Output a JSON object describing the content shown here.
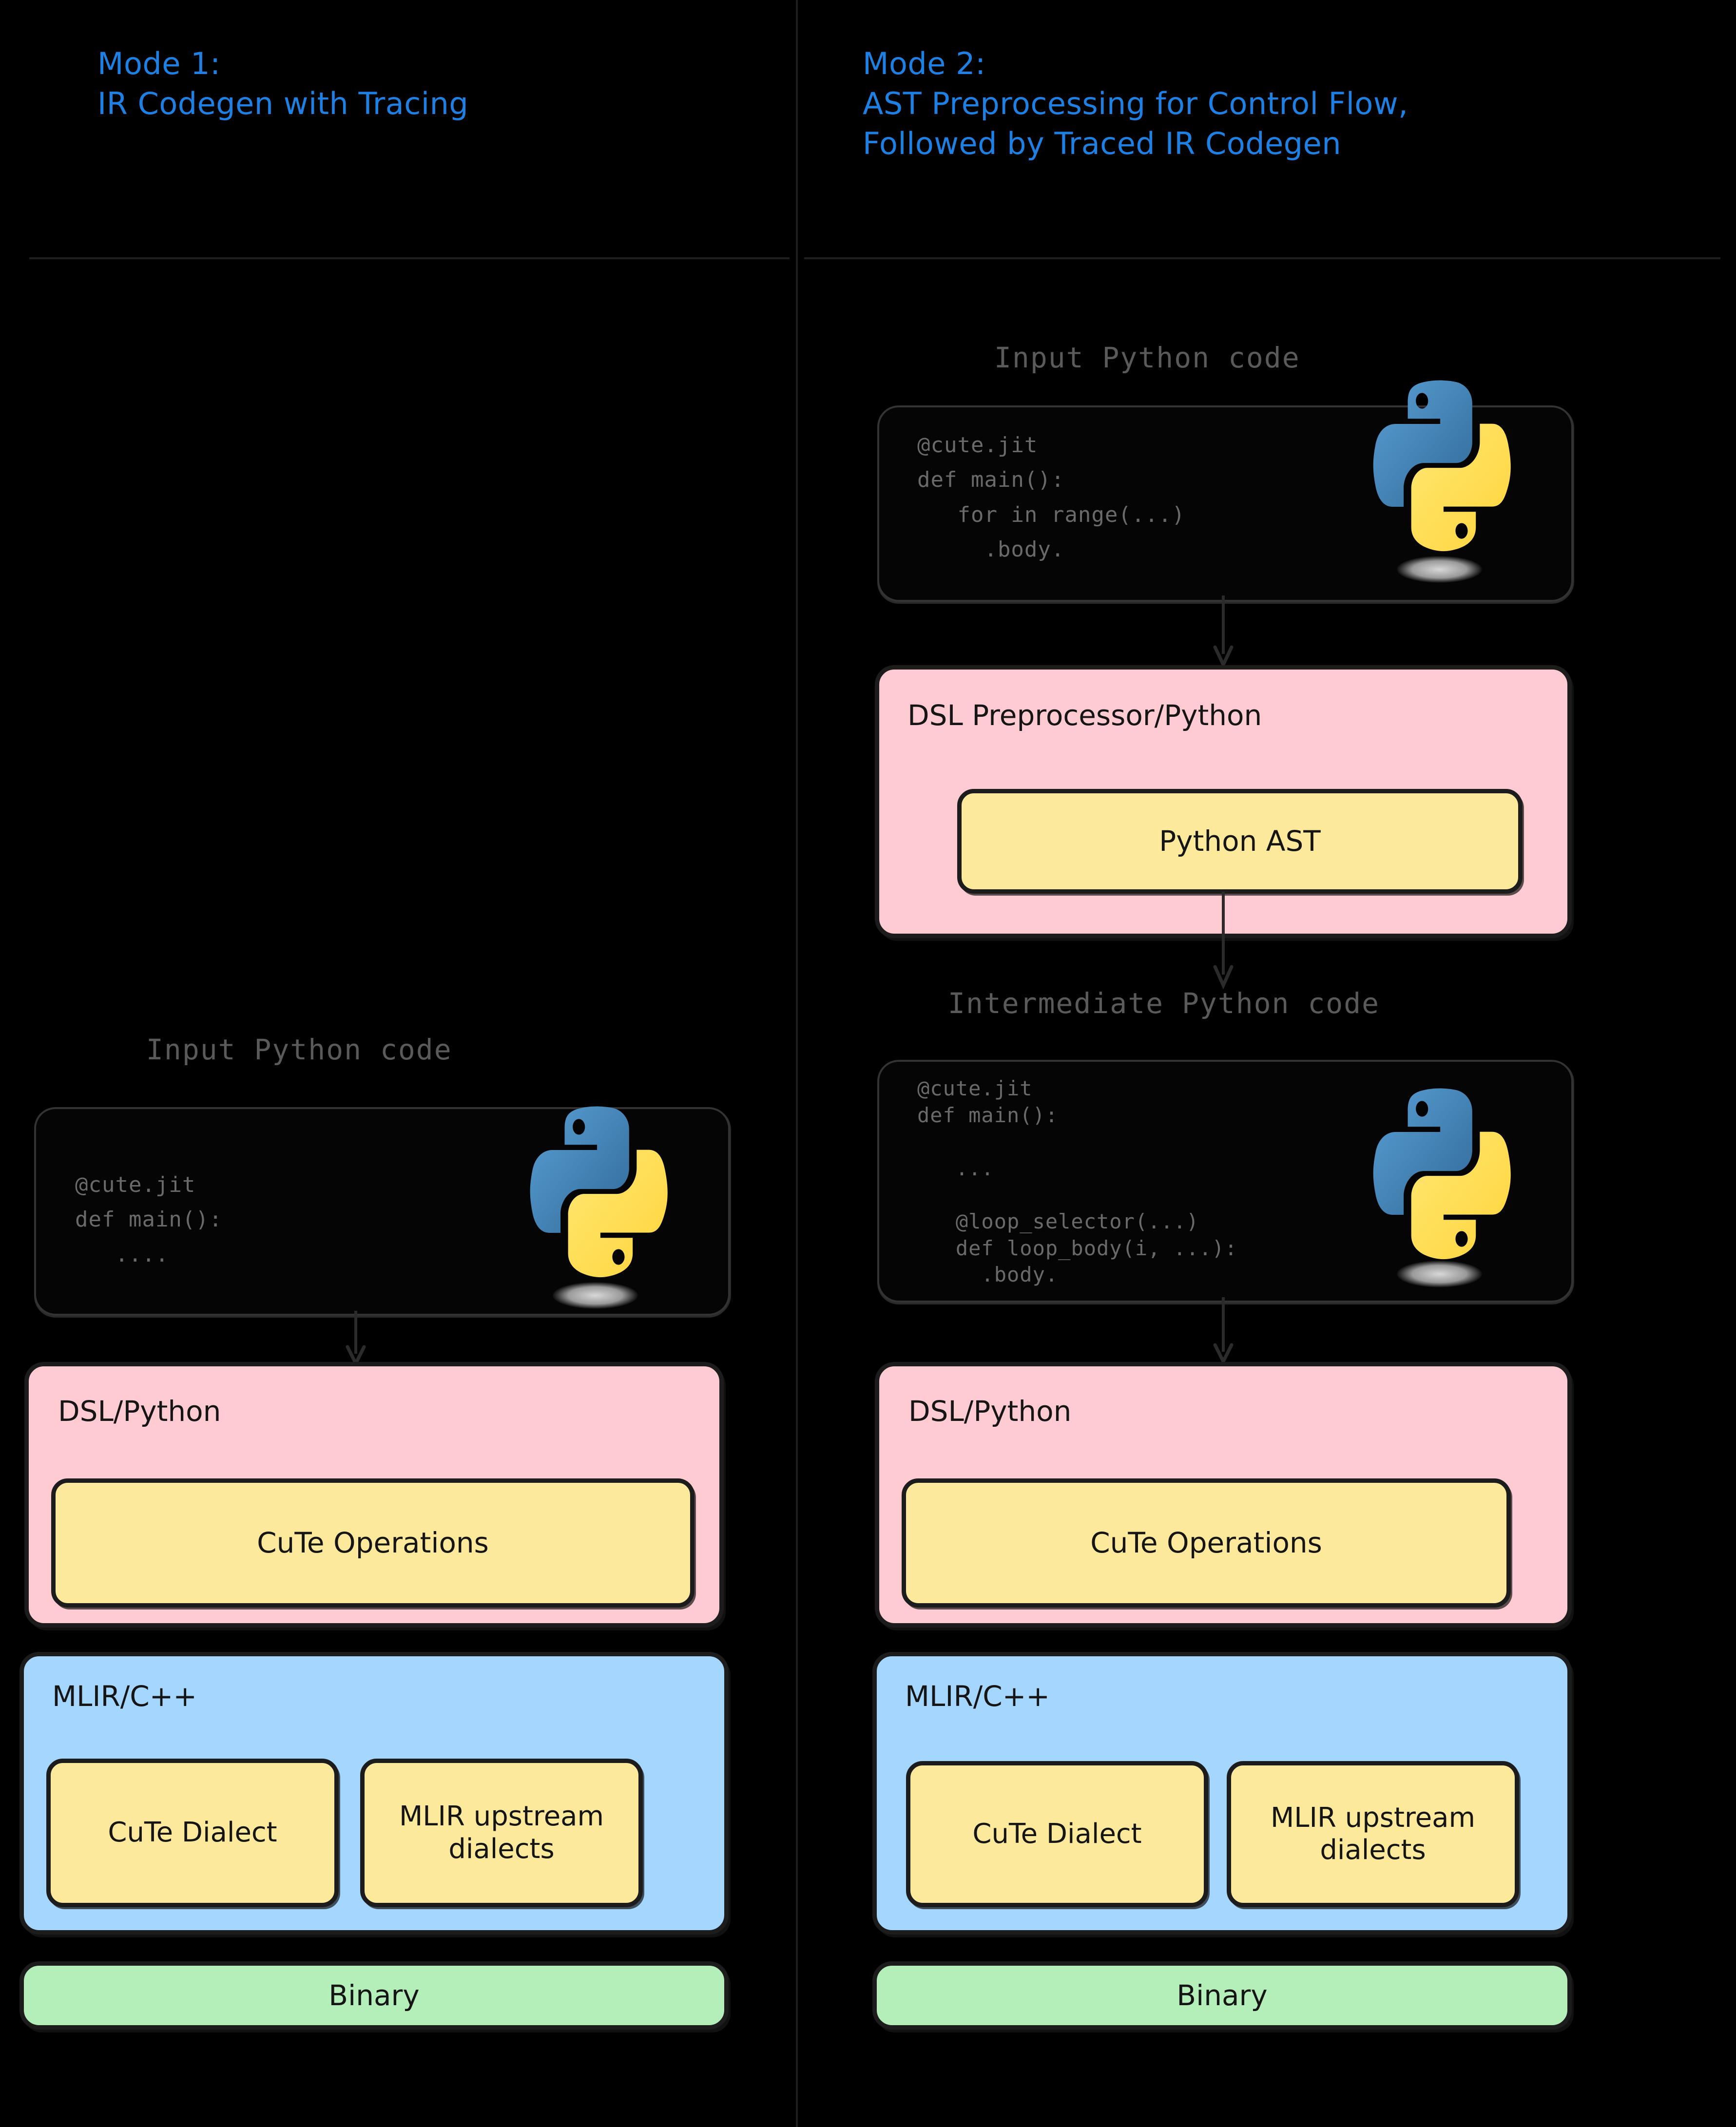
{
  "colors": {
    "background": "#000000",
    "title_blue": "#1d80e2",
    "caption_gray": "#5a5a5a",
    "pink_layer": "#ffcbd2",
    "blue_layer": "#a5d6fd",
    "green_layer": "#b4efb9",
    "yellow_box": "#fce99b",
    "stroke": "#1c1c1c",
    "python_blue": "#366f9e",
    "python_yellow": "#ffd43b"
  },
  "columns": [
    {
      "id": "mode-1",
      "title": "Mode 1:\nIR Codegen with Tracing",
      "caption": "Input Python code",
      "code": "@cute.jit\ndef main():\n   ....",
      "layers": [
        {
          "label": "DSL/Python",
          "color": "pink",
          "inner": [
            "CuTe Operations"
          ]
        },
        {
          "label": "MLIR/C++",
          "color": "blue",
          "inner": [
            "CuTe Dialect",
            "MLIR upstream dialects"
          ]
        },
        {
          "label": "",
          "color": "green",
          "inner": [
            "Binary"
          ]
        }
      ]
    },
    {
      "id": "mode-2",
      "title": "Mode 2:\nAST Preprocessing for Control Flow,\nFollowed by Traced IR Codegen",
      "caption": "Input Python code",
      "code": "@cute.jit\ndef main():\n   for in range(...)\n     .body.",
      "caption2": "Intermediate Python code",
      "code2": "@cute.jit\ndef main():\n\n   ...\n\n   @loop_selector(...)\n   def loop_body(i, ...):\n     .body.",
      "preprocessor": {
        "label": "DSL Preprocessor/Python",
        "inner": [
          "Python AST"
        ]
      },
      "layers": [
        {
          "label": "DSL/Python",
          "color": "pink",
          "inner": [
            "CuTe Operations"
          ]
        },
        {
          "label": "MLIR/C++",
          "color": "blue",
          "inner": [
            "CuTe Dialect",
            "MLIR upstream dialects"
          ]
        },
        {
          "label": "",
          "color": "green",
          "inner": [
            "Binary"
          ]
        }
      ]
    }
  ],
  "icons": {
    "python_logo": "python-logo-icon",
    "arrow_down": "arrow-down-icon"
  }
}
